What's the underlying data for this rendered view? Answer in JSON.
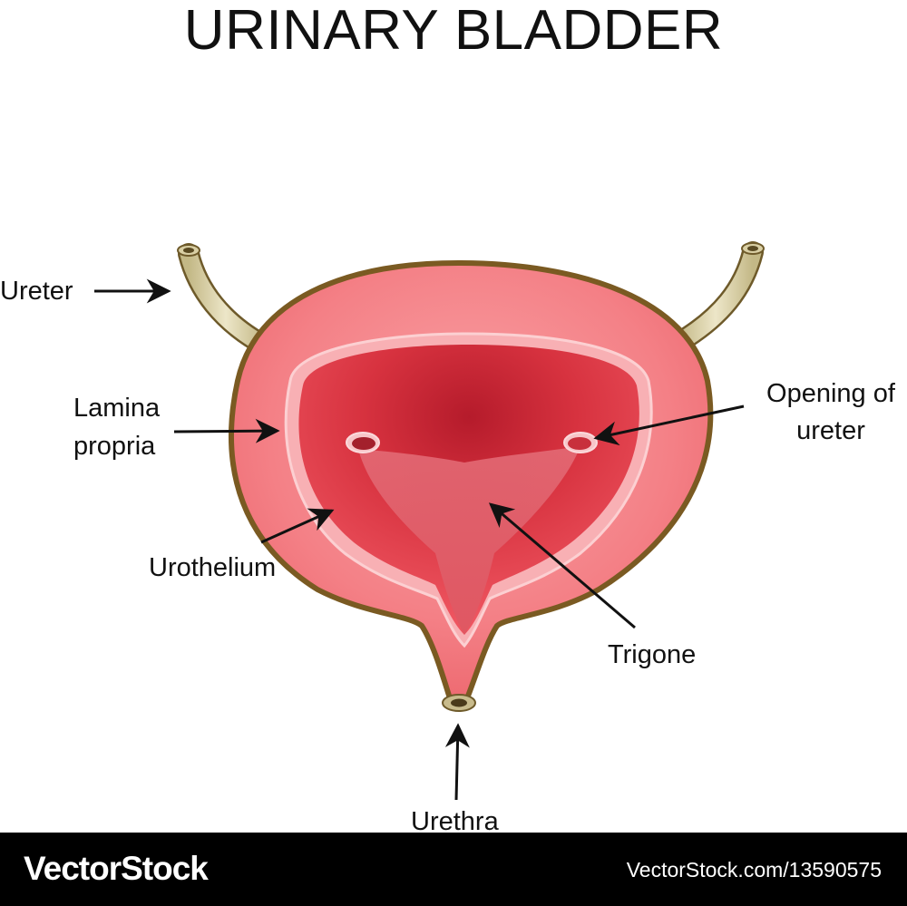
{
  "title": "URINARY BLADDER",
  "labels": {
    "ureter": "Ureter",
    "lamina_line1": "Lamina",
    "lamina_line2": "propria",
    "urothelium": "Urothelium",
    "opening_line1": "Opening of",
    "opening_line2": "ureter",
    "trigone": "Trigone",
    "urethra": "Urethra"
  },
  "footer": {
    "brand": "VectorStock",
    "url": "VectorStock.com/13590575"
  },
  "colors": {
    "outline": "#7a5a22",
    "outer_wall": "#f47f84",
    "lamina_band": "#f9b6b9",
    "cavity": "#dd3a48",
    "cavity_deep": "#b81f2e",
    "trigone": "#ea7f88",
    "ureter_tube": "#d8cfa8"
  }
}
